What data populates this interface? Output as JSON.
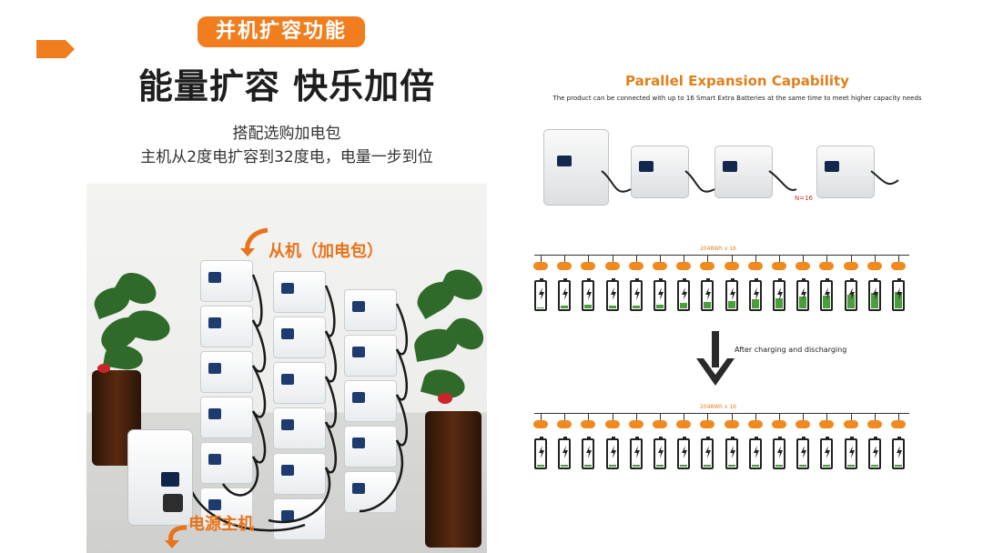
{
  "badge": "并机扩容功能",
  "headline": "能量扩容 快乐加倍",
  "subtitle_line1": "搭配选购加电包",
  "subtitle_line2": "主机从2度电扩容到32度电，电量一步到位",
  "photo": {
    "label_slave": "从机（加电包）",
    "label_master": "电源主机"
  },
  "infographic": {
    "title": "Parallel Expansion Capability",
    "description": "The product can be connected with up to 16 Smart Extra Batteries at the same time to meet higher capacity needs",
    "n_label": "N=16",
    "row1_label": "2048Wh x 16",
    "row2_label": "2048Wh x 16",
    "after_label": "After charging and discharging"
  },
  "colors": {
    "accent": "#f07d1e",
    "battery_green": "#4a9e3c"
  }
}
